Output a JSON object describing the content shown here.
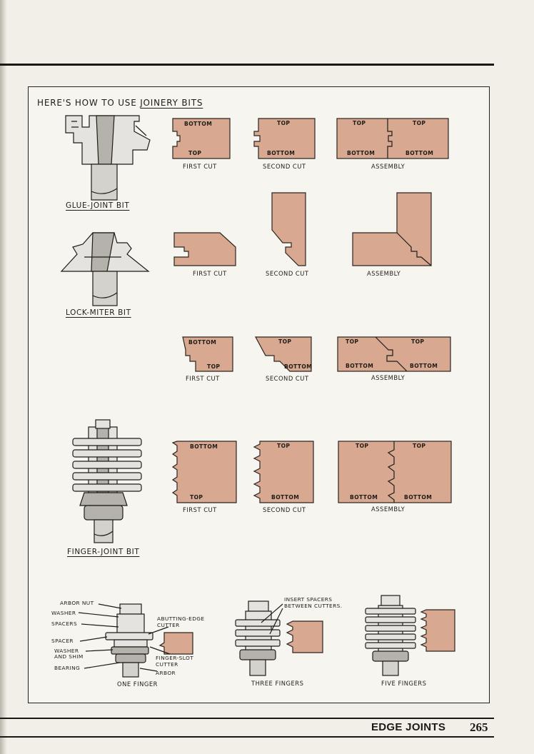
{
  "heading": {
    "prefix": "HERE'S HOW TO USE ",
    "link": "JOINERY BITS"
  },
  "footer": {
    "section": "EDGE JOINTS",
    "page": "265"
  },
  "rows": {
    "glue": {
      "bit_label": "GLUE-JOINT BIT",
      "first": {
        "caption": "FIRST CUT",
        "top": "BOTTOM",
        "bottom": "TOP"
      },
      "second": {
        "caption": "SECOND CUT",
        "top": "TOP",
        "bottom": "BOTTOM"
      },
      "assembly": {
        "caption": "ASSEMBLY",
        "top_left": "TOP",
        "top_right": "TOP",
        "bottom_left": "BOTTOM",
        "bottom_right": "BOTTOM"
      }
    },
    "lock": {
      "bit_label": "LOCK-MITER BIT",
      "first": {
        "caption": "FIRST CUT"
      },
      "second": {
        "caption": "SECOND CUT"
      },
      "assembly": {
        "caption": "ASSEMBLY"
      }
    },
    "lock2": {
      "first": {
        "caption": "FIRST CUT",
        "top": "BOTTOM",
        "bottom": "TOP"
      },
      "second": {
        "caption": "SECOND CUT",
        "top": "TOP",
        "bottom": "BOTTOM"
      },
      "assembly": {
        "caption": "ASSEMBLY",
        "top_left": "TOP",
        "top_right": "TOP",
        "bottom_left": "BOTTOM",
        "bottom_right": "BOTTOM"
      }
    },
    "finger": {
      "bit_label": "FINGER-JOINT BIT",
      "first": {
        "caption": "FIRST CUT",
        "top": "BOTTOM",
        "bottom": "TOP"
      },
      "second": {
        "caption": "SECOND CUT",
        "top": "TOP",
        "bottom": "BOTTOM"
      },
      "assembly": {
        "caption": "ASSEMBLY",
        "top_left": "TOP",
        "top_right": "TOP",
        "bottom_left": "BOTTOM",
        "bottom_right": "BOTTOM"
      }
    }
  },
  "setups": {
    "one": {
      "caption": "ONE FINGER",
      "labels": {
        "arbor_nut": "ARBOR NUT",
        "washer": "WASHER",
        "spacers": "SPACERS",
        "spacer": "SPACER",
        "washer_shim_1": "WASHER",
        "washer_shim_2": "AND SHIM",
        "bearing": "BEARING",
        "abutting_1": "ABUTTING-EDGE",
        "abutting_2": "CUTTER",
        "slot_1": "FINGER-SLOT",
        "slot_2": "CUTTER",
        "arbor": "ARBOR"
      }
    },
    "three": {
      "caption": "THREE FINGERS",
      "note_1": "INSERT SPACERS",
      "note_2": "BETWEEN CUTTERS."
    },
    "five": {
      "caption": "FIVE FINGERS"
    }
  },
  "colors": {
    "wood": "#d9a891",
    "ink": "#1f1c18",
    "paper": "#f7f5f0"
  }
}
